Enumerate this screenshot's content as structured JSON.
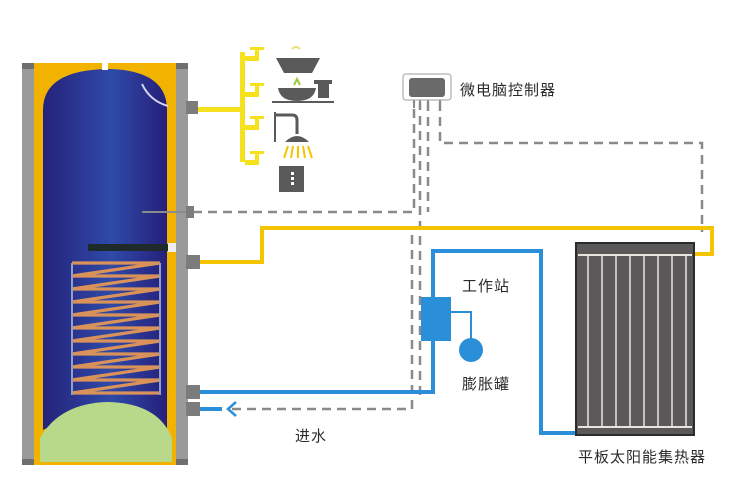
{
  "diagram": {
    "title": "平板太阳能热水系统示意图",
    "labels": {
      "controller": "微电脑控制器",
      "pump_station": "工作站",
      "expansion_tank": "膨胀罐",
      "water_inlet": "进水",
      "collector": "平板太阳能集热器"
    },
    "icons": {
      "controller": "controller-icon",
      "pump_station": "pump-station-icon",
      "expansion_tank": "expansion-tank-icon",
      "collector": "solar-collector-icon",
      "tank": "water-tank-icon",
      "bathtub": "bathtub-icon",
      "washbasin": "washbasin-icon",
      "shower": "shower-icon",
      "wall_socket": "water-heater-outlet-icon",
      "inlet_arrow": "arrow-left-icon"
    },
    "colors": {
      "hot_pipe": "#f5c400",
      "solar_loop": "#2a8fd8",
      "tank_body": "#2b2f8f",
      "tank_insulation": "#f2b300",
      "tank_shell": "#9a9a9a",
      "coil": "#d9925a",
      "sediment": "#b8d98a",
      "control_wire": "#8a8a8a",
      "collector_panel": "#5a5858",
      "fixture": "#555555"
    }
  }
}
